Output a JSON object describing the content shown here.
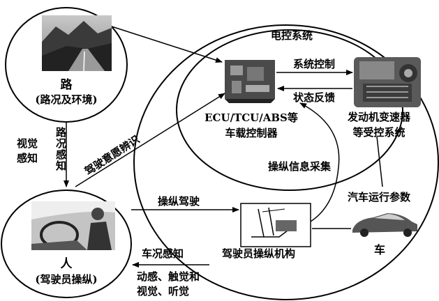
{
  "nodes": {
    "road": {
      "title": "路",
      "subtitle": "(路况及环境)"
    },
    "human": {
      "title": "人",
      "subtitle": "(驾驶员操纵)"
    },
    "controller": {
      "line1": "ECU/TCU/ABS等",
      "line2": "车载控制器"
    },
    "controlled_system": {
      "line1": "发动机变速器",
      "line2": "等受控系统"
    },
    "mechanism": {
      "label": "驾驶员操纵机构"
    },
    "car": {
      "label": "车"
    }
  },
  "regions": {
    "electronic_control": "电控系统"
  },
  "edges": {
    "system_control": "系统控制",
    "state_feedback": "状态反馈",
    "visual_perception": "视觉\n感知",
    "road_perception": "路况感知",
    "intent_recognition": "驾驶意愿辨识",
    "operation_info_collection": "操纵信息采集",
    "operate_driving": "操纵驾驶",
    "vehicle_params": "汽车运行参数",
    "vehicle_condition": "车况感知",
    "senses_line1": "动感、触觉和",
    "senses_line2": "视觉、听觉"
  },
  "colors": {
    "ink": "#000000",
    "background": "#ffffff"
  }
}
